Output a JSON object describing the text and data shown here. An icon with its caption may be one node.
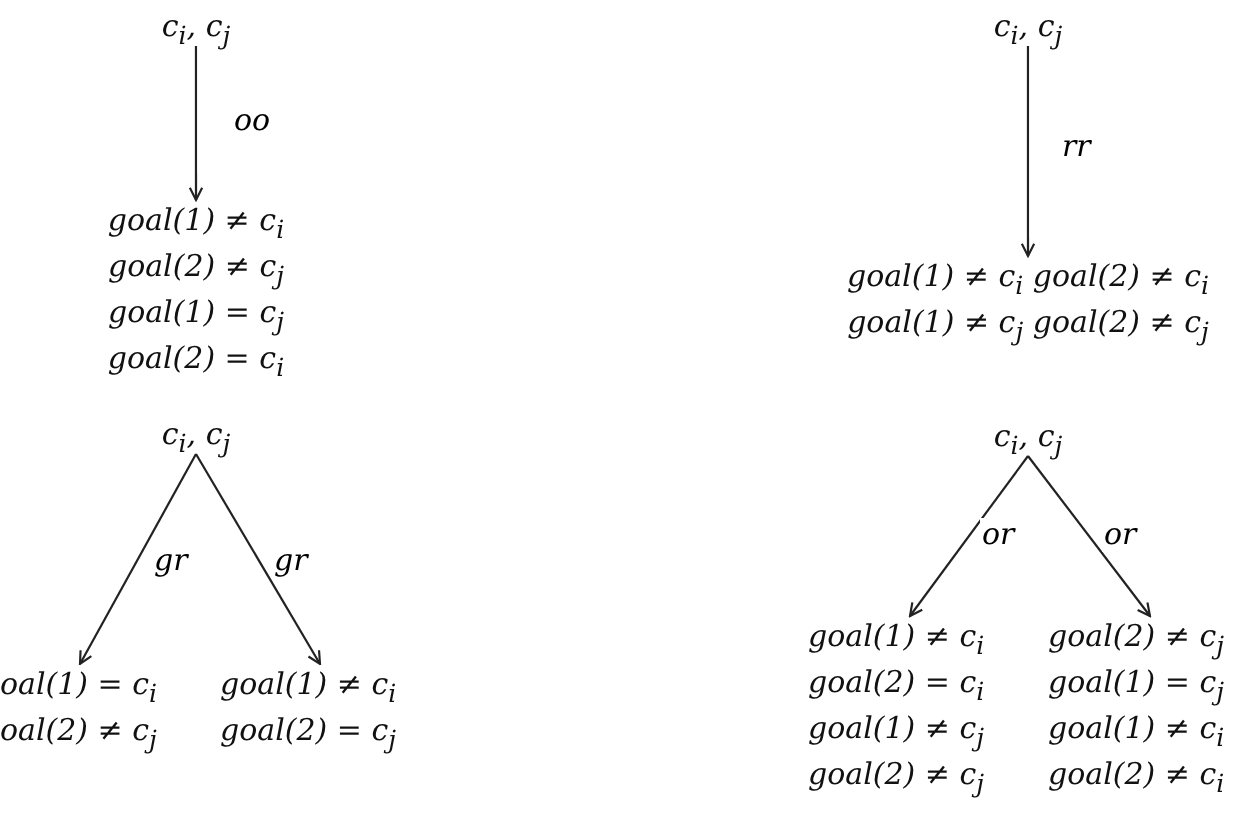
{
  "diagram": {
    "nodes": [
      {
        "text": [
          "c$_{i}$, c$_{j}$"
        ]
      },
      {
        "text": [
          "goal(1) ≠ c$_{i}$",
          "goal(2) ≠ c$_{j}$",
          "goal(1) = c$_{j}$",
          "goal(2) = c$_{i}$"
        ]
      },
      {
        "text": [
          "c$_{i}$, c$_{j}$"
        ]
      },
      {
        "text": [
          "goal(1) ≠ c$_{i}$ goal(2) ≠ c$_{i}$",
          "goal(1) ≠ c$_{j}$ goal(2) ≠ c$_{j}$"
        ]
      },
      {
        "text": [
          "c$_{i}$, c$_{j}$"
        ]
      },
      {
        "text": [
          "oal(1) = c$_{i}$",
          "oal(2) ≠ c$_{j}$"
        ]
      },
      {
        "text": [
          "goal(1) ≠ c$_{i}$",
          "goal(2) = c$_{j}$"
        ]
      },
      {
        "text": [
          "c$_{i}$, c$_{j}$"
        ]
      },
      {
        "text": [
          "goal(1) ≠ c$_{i}$",
          "goal(2) = c$_{i}$",
          "goal(1) ≠ c$_{j}$",
          "goal(2) ≠ c$_{j}$"
        ]
      },
      {
        "text": [
          "goal(2) ≠ c$_{j}$",
          "goal(1) = c$_{j}$",
          "goal(1) ≠ c$_{i}$",
          "goal(2) ≠ c$_{i}$"
        ]
      }
    ],
    "edges": [
      {
        "from": 0,
        "to": 1,
        "arrow": "to",
        "label": "oo"
      },
      {
        "from": 2,
        "to": 3,
        "arrow": "to",
        "label": "rr"
      },
      {
        "from": 4,
        "to": 5,
        "arrow": "to",
        "label": "gr"
      },
      {
        "from": 4,
        "to": 6,
        "arrow": "to",
        "label": "gr"
      },
      {
        "from": 7,
        "to": 8,
        "arrow": "to",
        "label": "or"
      },
      {
        "from": 7,
        "to": 9,
        "arrow": "to",
        "label": "or"
      }
    ]
  }
}
